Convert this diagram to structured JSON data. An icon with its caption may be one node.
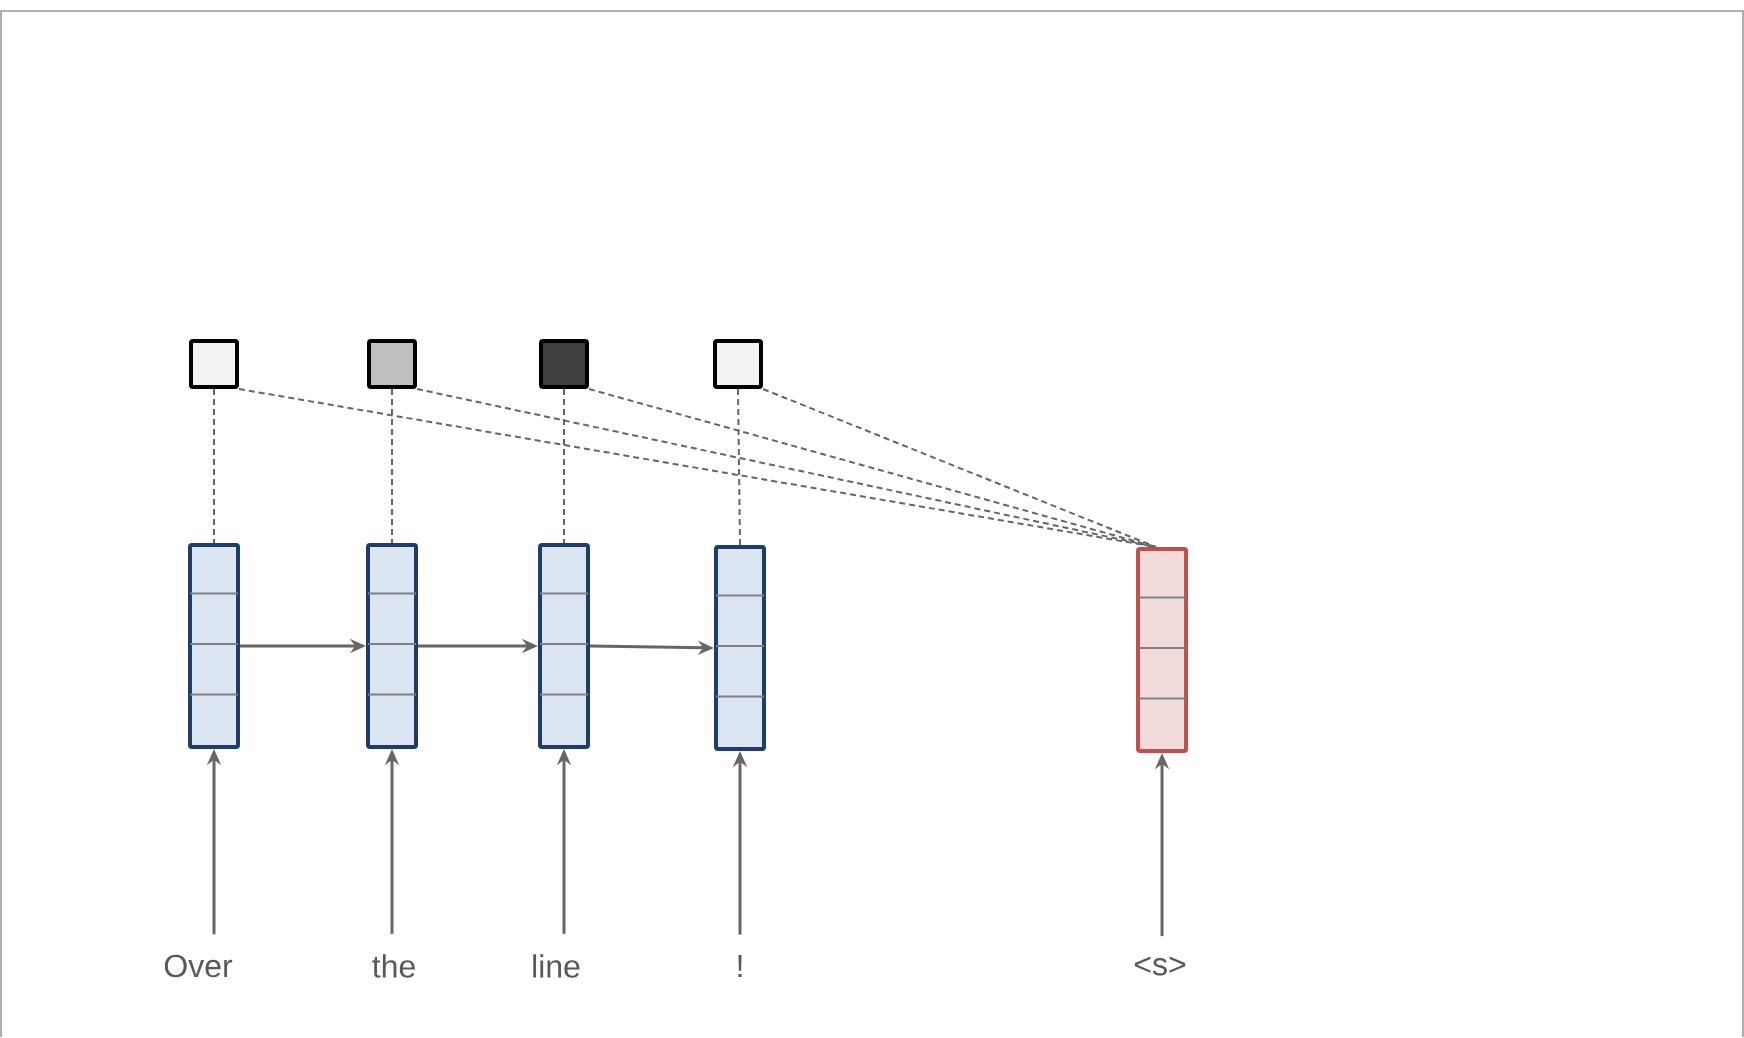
{
  "diagram": {
    "nodes": [
      {
        "text": [],
        "shape": "box"
      },
      {
        "text": [],
        "shape": "box"
      },
      {
        "text": [],
        "shape": "box"
      },
      {
        "text": [],
        "shape": "box"
      },
      {
        "text": [],
        "shape": "bar"
      },
      {
        "text": [],
        "shape": "bar"
      },
      {
        "text": [],
        "shape": "bar"
      },
      {
        "text": [],
        "shape": "bar"
      },
      {
        "text": [],
        "shape": "bar"
      },
      {
        "text": [
          "Over"
        ]
      },
      {
        "text": [
          "the"
        ]
      },
      {
        "text": [
          "line"
        ]
      },
      {
        "text": [
          "!"
        ]
      },
      {
        "text": [
          "<s>"
        ]
      }
    ],
    "edges": [
      {
        "from": 9,
        "to": 4,
        "arrow": "to"
      },
      {
        "from": 10,
        "to": 5,
        "arrow": "to"
      },
      {
        "from": 11,
        "to": 6,
        "arrow": "to"
      },
      {
        "from": 12,
        "to": 7,
        "arrow": "to"
      },
      {
        "from": 13,
        "to": 8,
        "arrow": "to"
      },
      {
        "from": 4,
        "to": 5,
        "arrow": "to"
      },
      {
        "from": 5,
        "to": 6,
        "arrow": "to"
      },
      {
        "from": 6,
        "to": 7,
        "arrow": "to"
      },
      {
        "from": 0,
        "to": 4,
        "arrow": "none",
        "style": "dashed"
      },
      {
        "from": 1,
        "to": 5,
        "arrow": "none",
        "style": "dashed"
      },
      {
        "from": 2,
        "to": 6,
        "arrow": "none",
        "style": "dashed"
      },
      {
        "from": 3,
        "to": 7,
        "arrow": "none",
        "style": "dashed"
      },
      {
        "from": 0,
        "to": 8,
        "arrow": "none",
        "style": "dashed"
      },
      {
        "from": 1,
        "to": 8,
        "arrow": "none",
        "style": "dashed"
      },
      {
        "from": 2,
        "to": 8,
        "arrow": "none",
        "style": "dashed"
      },
      {
        "from": 3,
        "to": 8,
        "arrow": "none",
        "style": "dashed"
      }
    ]
  }
}
